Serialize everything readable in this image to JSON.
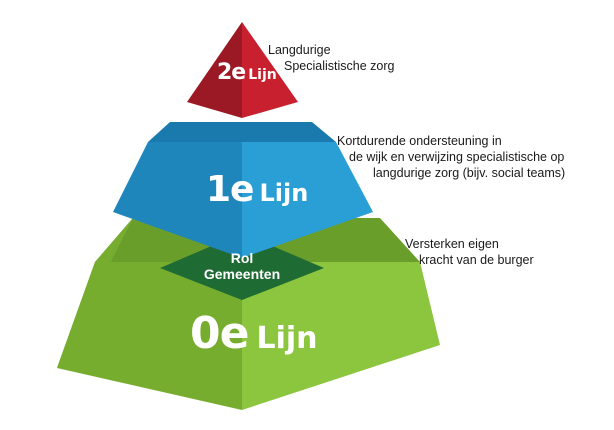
{
  "tiers": [
    {
      "id": "second",
      "number": "2e",
      "word": "Lijn",
      "note_lines": [
        "Langdurige",
        "Specialistische zorg"
      ],
      "color_light": "#c8202f",
      "color_dark": "#9b1924",
      "color_top": "#a01a27"
    },
    {
      "id": "first",
      "number": "1e",
      "word": "Lijn",
      "note_lines": [
        "Kortdurende ondersteuning in",
        "de wijk en verwijzing specialistische op",
        "langdurige zorg (bijv. social teams)"
      ],
      "color_light": "#2a9fd6",
      "color_dark": "#1f86bb",
      "color_top": "#1b7aad"
    },
    {
      "id": "zero",
      "number": "0e",
      "word": "Lijn",
      "note_lines": [
        "Versterken eigen",
        "kracht van de burger"
      ],
      "color_light": "#8cc63f",
      "color_dark": "#76ad2f",
      "color_top": "#6a9e2a"
    }
  ],
  "rol": {
    "lines": [
      "Rol",
      "Gemeenten"
    ],
    "color": "#1f6b34"
  }
}
